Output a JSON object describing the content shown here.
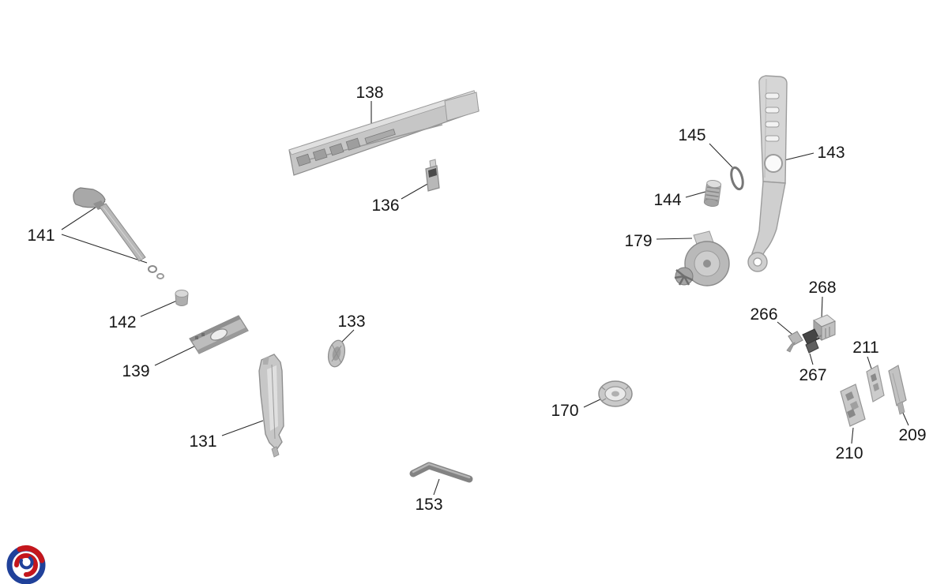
{
  "diagram": {
    "kind": "exploded-parts-diagram",
    "part_labels": [
      "138",
      "136",
      "141",
      "142",
      "139",
      "133",
      "131",
      "153",
      "145",
      "143",
      "144",
      "179",
      "268",
      "266",
      "267",
      "211",
      "170",
      "209",
      "210"
    ]
  },
  "colors": {
    "background": "#ffffff",
    "label_text": "#161616",
    "leader_line": "#2b2b2b",
    "part_gray": "#c6c6c6",
    "part_dark": "#454545",
    "logo_red": "#c4161c",
    "logo_blue": "#20419a"
  },
  "logo": {
    "name": "brand-swirl-logo"
  }
}
